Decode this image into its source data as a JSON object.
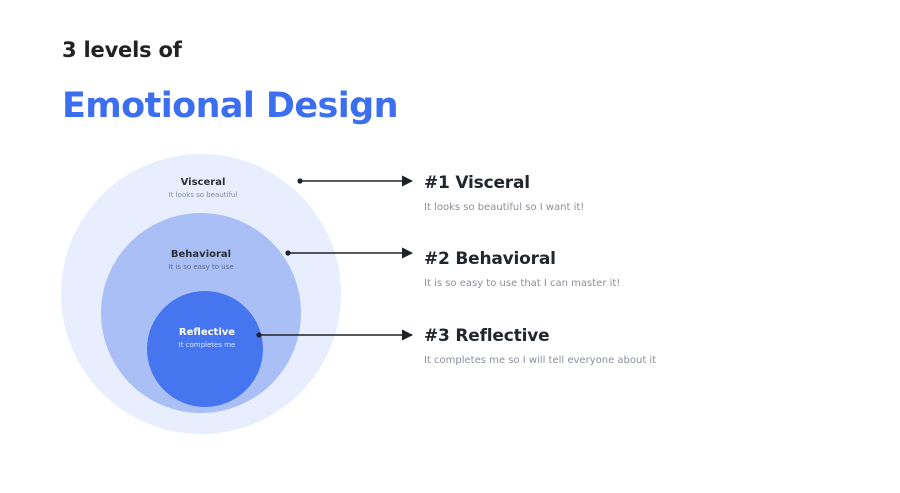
{
  "header": {
    "kicker": "3 levels of",
    "title": "Emotional Design"
  },
  "diagram": {
    "rings": [
      {
        "name": "Visceral",
        "caption": "It looks so beautiful"
      },
      {
        "name": "Behavioral",
        "caption": "It is so easy to use"
      },
      {
        "name": "Reflective",
        "caption": "It completes me"
      }
    ],
    "levels": [
      {
        "heading": "#1 Visceral",
        "description": "It looks so beautiful so I want it!"
      },
      {
        "heading": "#2 Behavioral",
        "description": "It is so easy to use that I can master it!"
      },
      {
        "heading": "#3 Reflective",
        "description": "It completes me so I will tell everyone about it"
      }
    ]
  },
  "colors": {
    "accent": "#3b6ff0",
    "ring_outer": "#e8eefd",
    "ring_middle": "#a9bff5",
    "ring_inner": "#4676ef",
    "connector": "#1f2329"
  }
}
